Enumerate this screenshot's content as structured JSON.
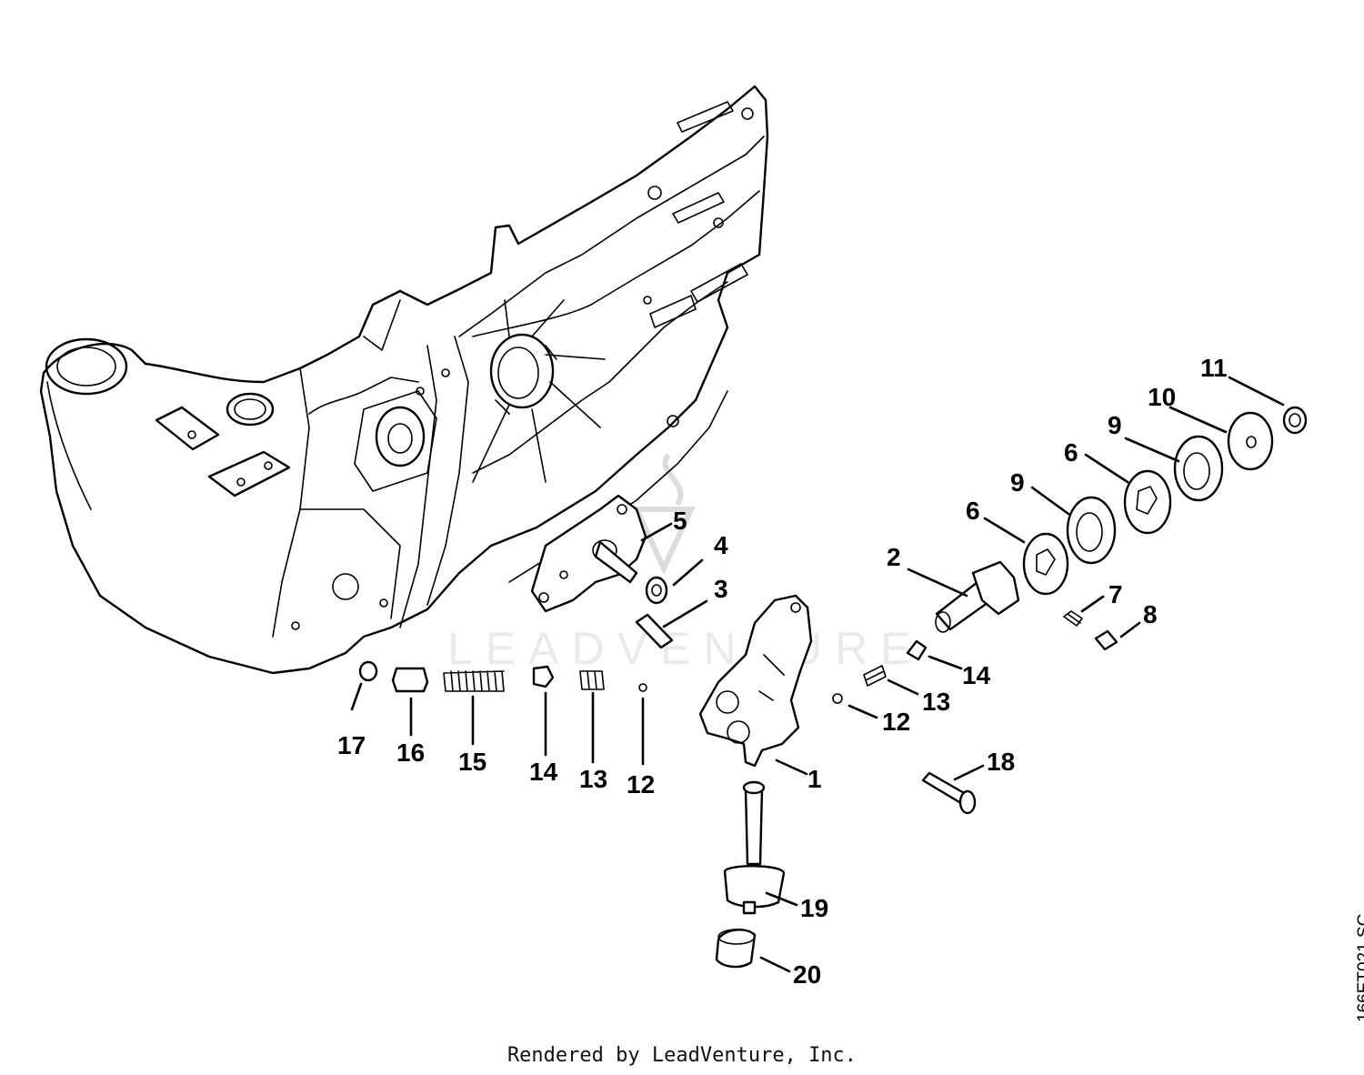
{
  "watermark_text": "LEADVENTURE",
  "credit_text": "Rendered by LeadVenture, Inc.",
  "figure_code": "166ET021 SC",
  "callouts": [
    "1",
    "2",
    "3",
    "4",
    "5",
    "6",
    "6",
    "7",
    "8",
    "9",
    "9",
    "10",
    "11",
    "12",
    "12",
    "13",
    "13",
    "14",
    "14",
    "15",
    "16",
    "17",
    "18",
    "19",
    "20"
  ]
}
